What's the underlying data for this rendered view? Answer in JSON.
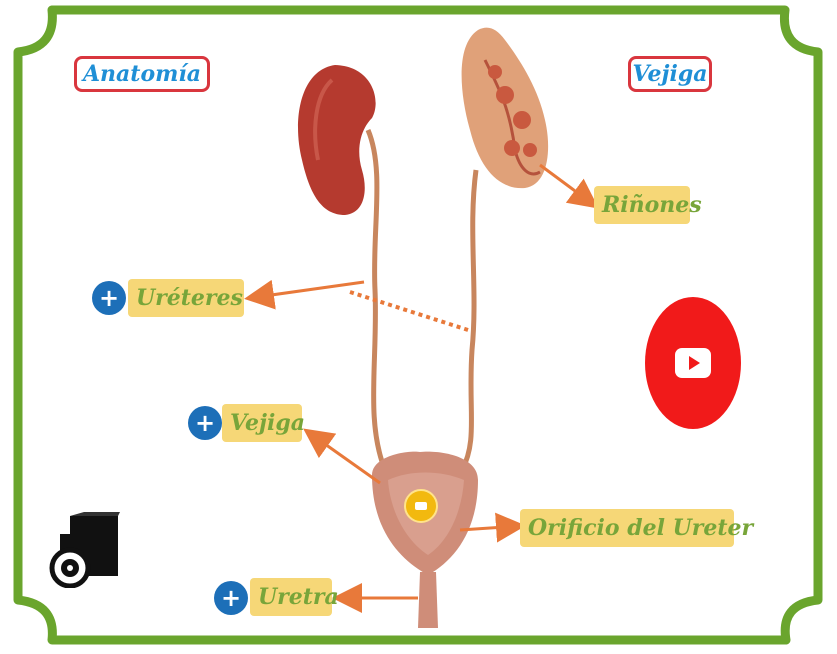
{
  "header": {
    "left_title": "Anatomía",
    "right_title": "Vejiga"
  },
  "labels": {
    "rinones": "Riñones",
    "ureteres": "Uréteres",
    "vejiga": "Vejiga",
    "orificio": "Orificio del Ureter",
    "uretra": "Uretra"
  },
  "buttons": {
    "plus_symbol": "+"
  },
  "colors": {
    "frame": "#6aa52d",
    "title_border": "#d9363e",
    "title_text": "#1f8fd6",
    "label_bg": "#f6d777",
    "label_text": "#78a53a",
    "plus_bg": "#1d6fb8",
    "arrow": "#e8793a",
    "youtube": "#f11a1a"
  },
  "icons": {
    "youtube": "youtube-play-icon",
    "camera": "camera-box-icon",
    "plus": "plus-icon",
    "image": "image-icon"
  }
}
